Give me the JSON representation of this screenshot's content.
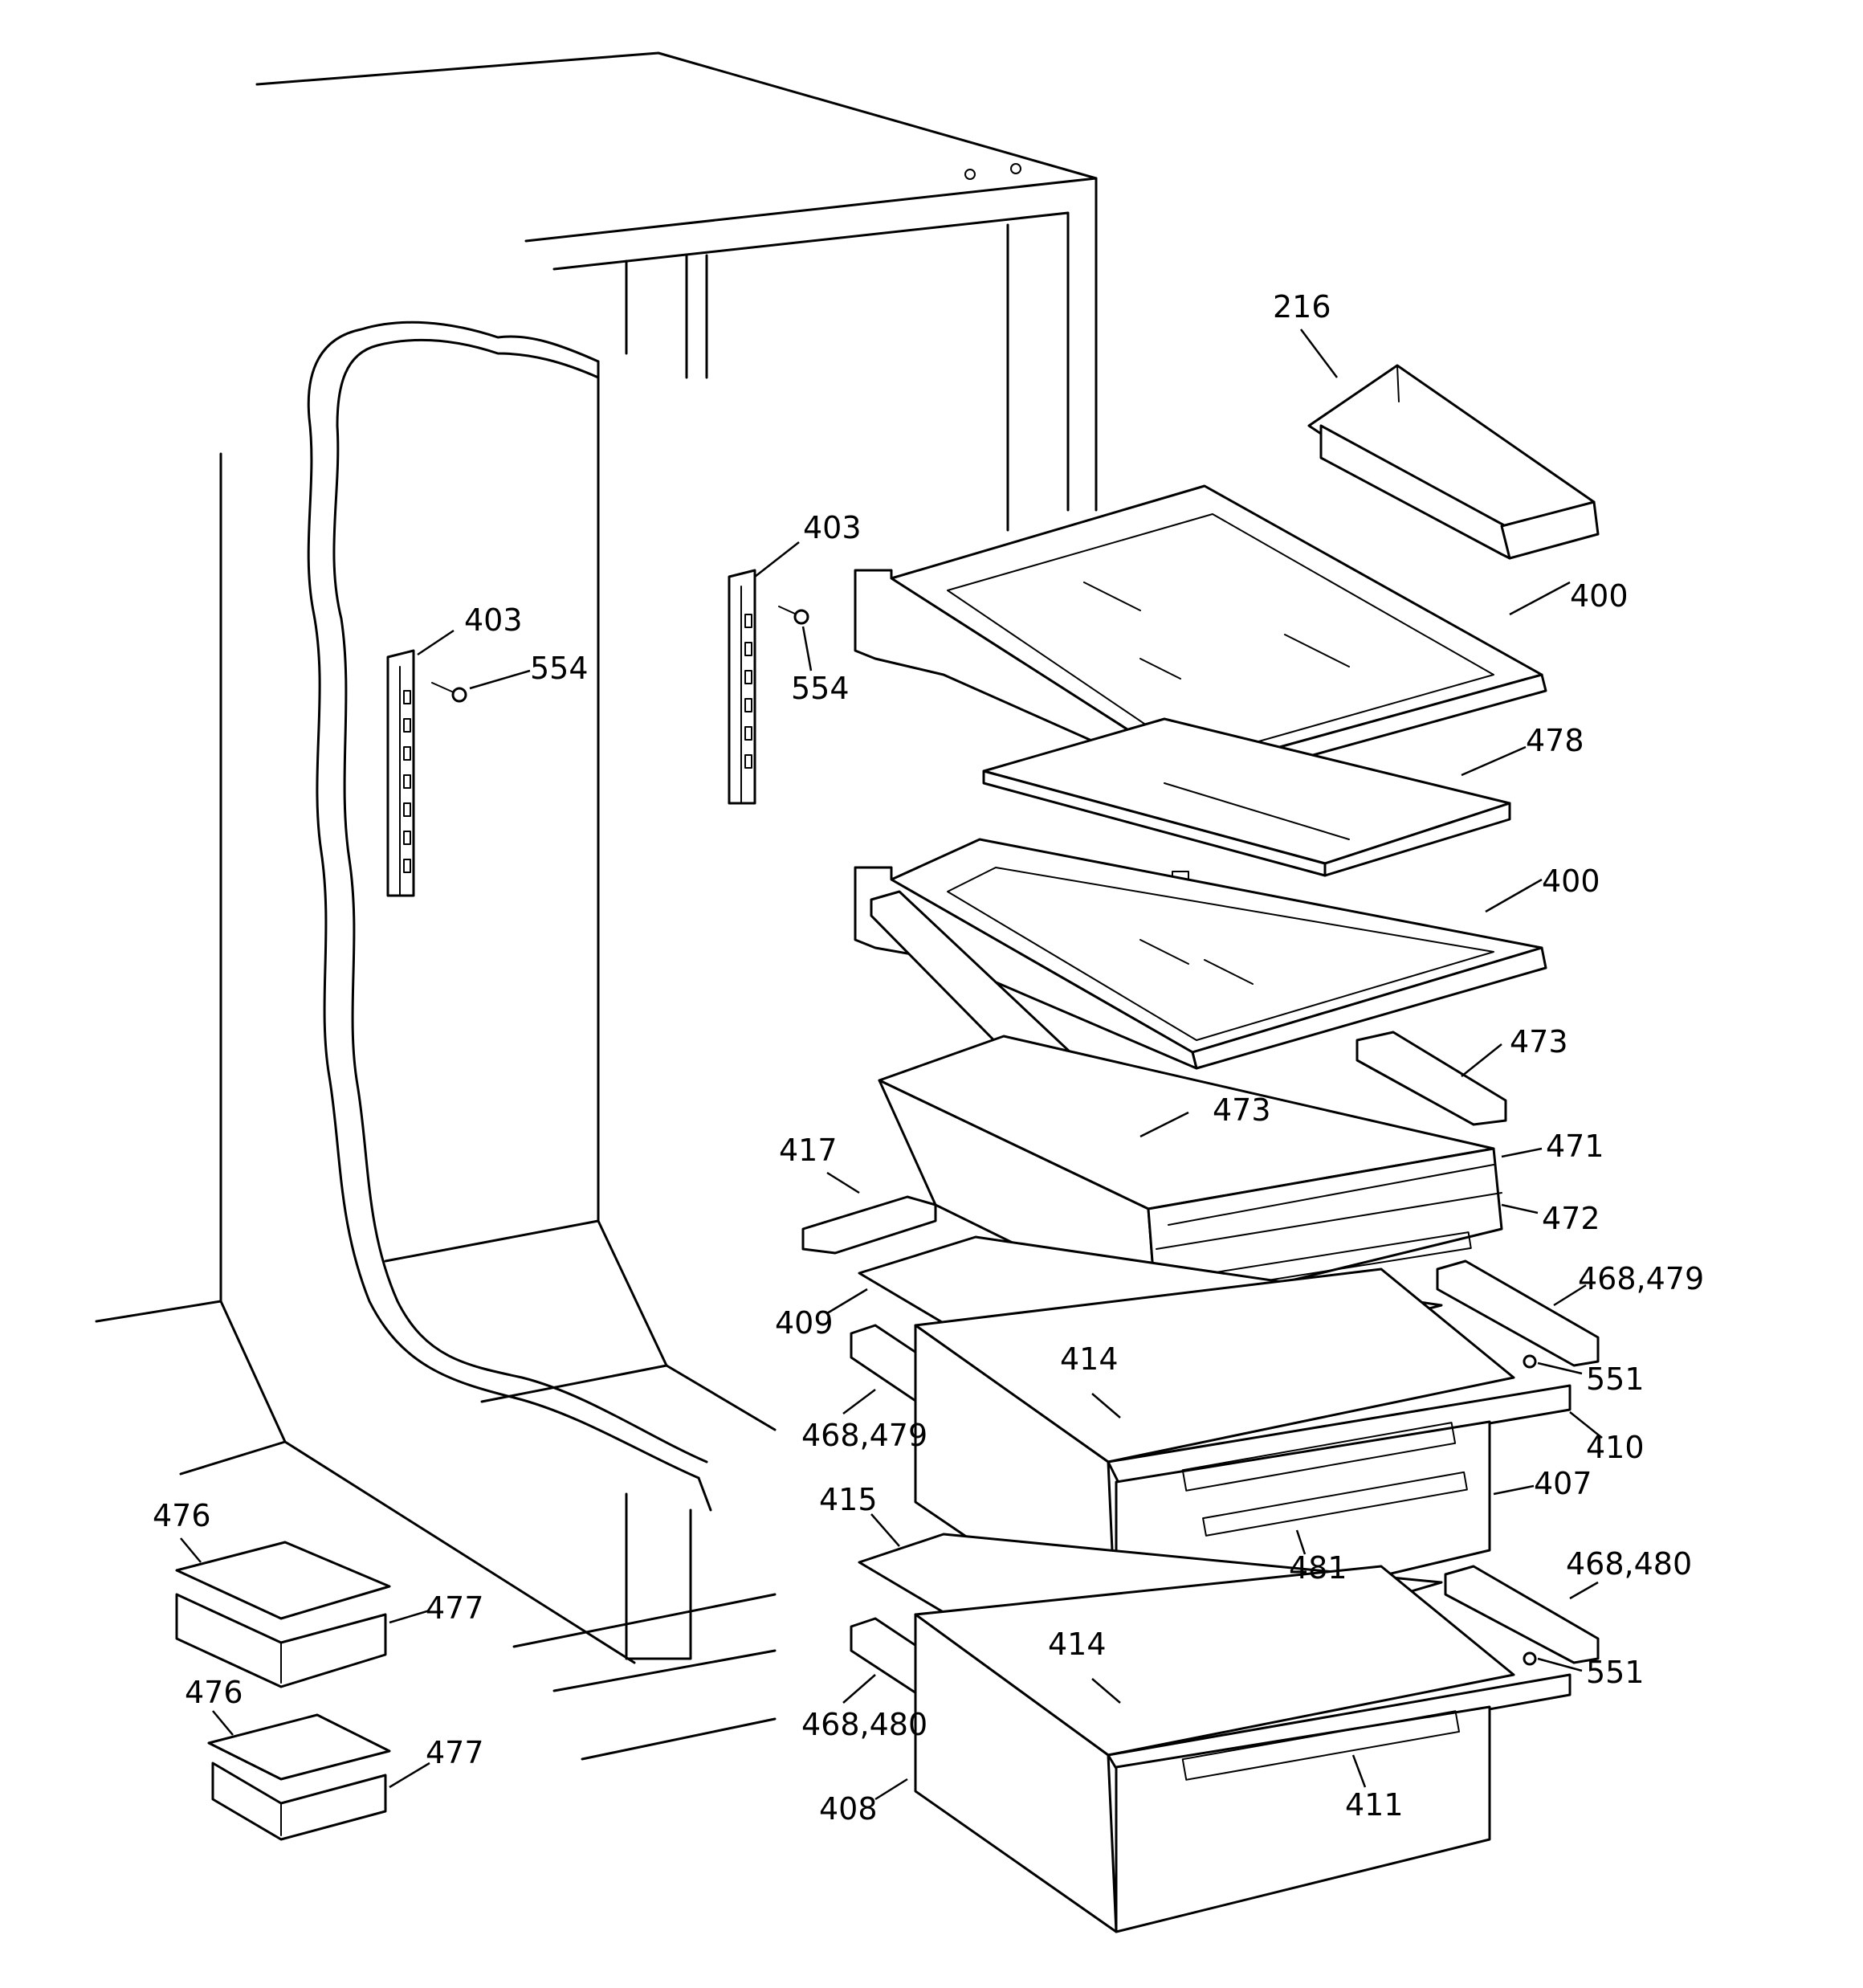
{
  "callouts": [
    {
      "id": "c216",
      "text": "216"
    },
    {
      "id": "c400a",
      "text": "400"
    },
    {
      "id": "c478",
      "text": "478"
    },
    {
      "id": "c400b",
      "text": "400"
    },
    {
      "id": "c403a",
      "text": "403"
    },
    {
      "id": "c554a",
      "text": "554"
    },
    {
      "id": "c403b",
      "text": "403"
    },
    {
      "id": "c554b",
      "text": "554"
    },
    {
      "id": "c473a",
      "text": "473"
    },
    {
      "id": "c473b",
      "text": "473"
    },
    {
      "id": "c471",
      "text": "471"
    },
    {
      "id": "c417",
      "text": "417"
    },
    {
      "id": "c472",
      "text": "472"
    },
    {
      "id": "c468479a",
      "text": "468,479"
    },
    {
      "id": "c409",
      "text": "409"
    },
    {
      "id": "c414a",
      "text": "414"
    },
    {
      "id": "c551a",
      "text": "551"
    },
    {
      "id": "c468479b",
      "text": "468,479"
    },
    {
      "id": "c410",
      "text": "410"
    },
    {
      "id": "c407",
      "text": "407"
    },
    {
      "id": "c415",
      "text": "415"
    },
    {
      "id": "c481",
      "text": "481"
    },
    {
      "id": "c468480a",
      "text": "468,480"
    },
    {
      "id": "c476a",
      "text": "476"
    },
    {
      "id": "c477a",
      "text": "477"
    },
    {
      "id": "c414b",
      "text": "414"
    },
    {
      "id": "c551b",
      "text": "551"
    },
    {
      "id": "c476b",
      "text": "476"
    },
    {
      "id": "c468480b",
      "text": "468,480"
    },
    {
      "id": "c477b",
      "text": "477"
    },
    {
      "id": "c411",
      "text": "411"
    },
    {
      "id": "c408",
      "text": "408"
    }
  ]
}
